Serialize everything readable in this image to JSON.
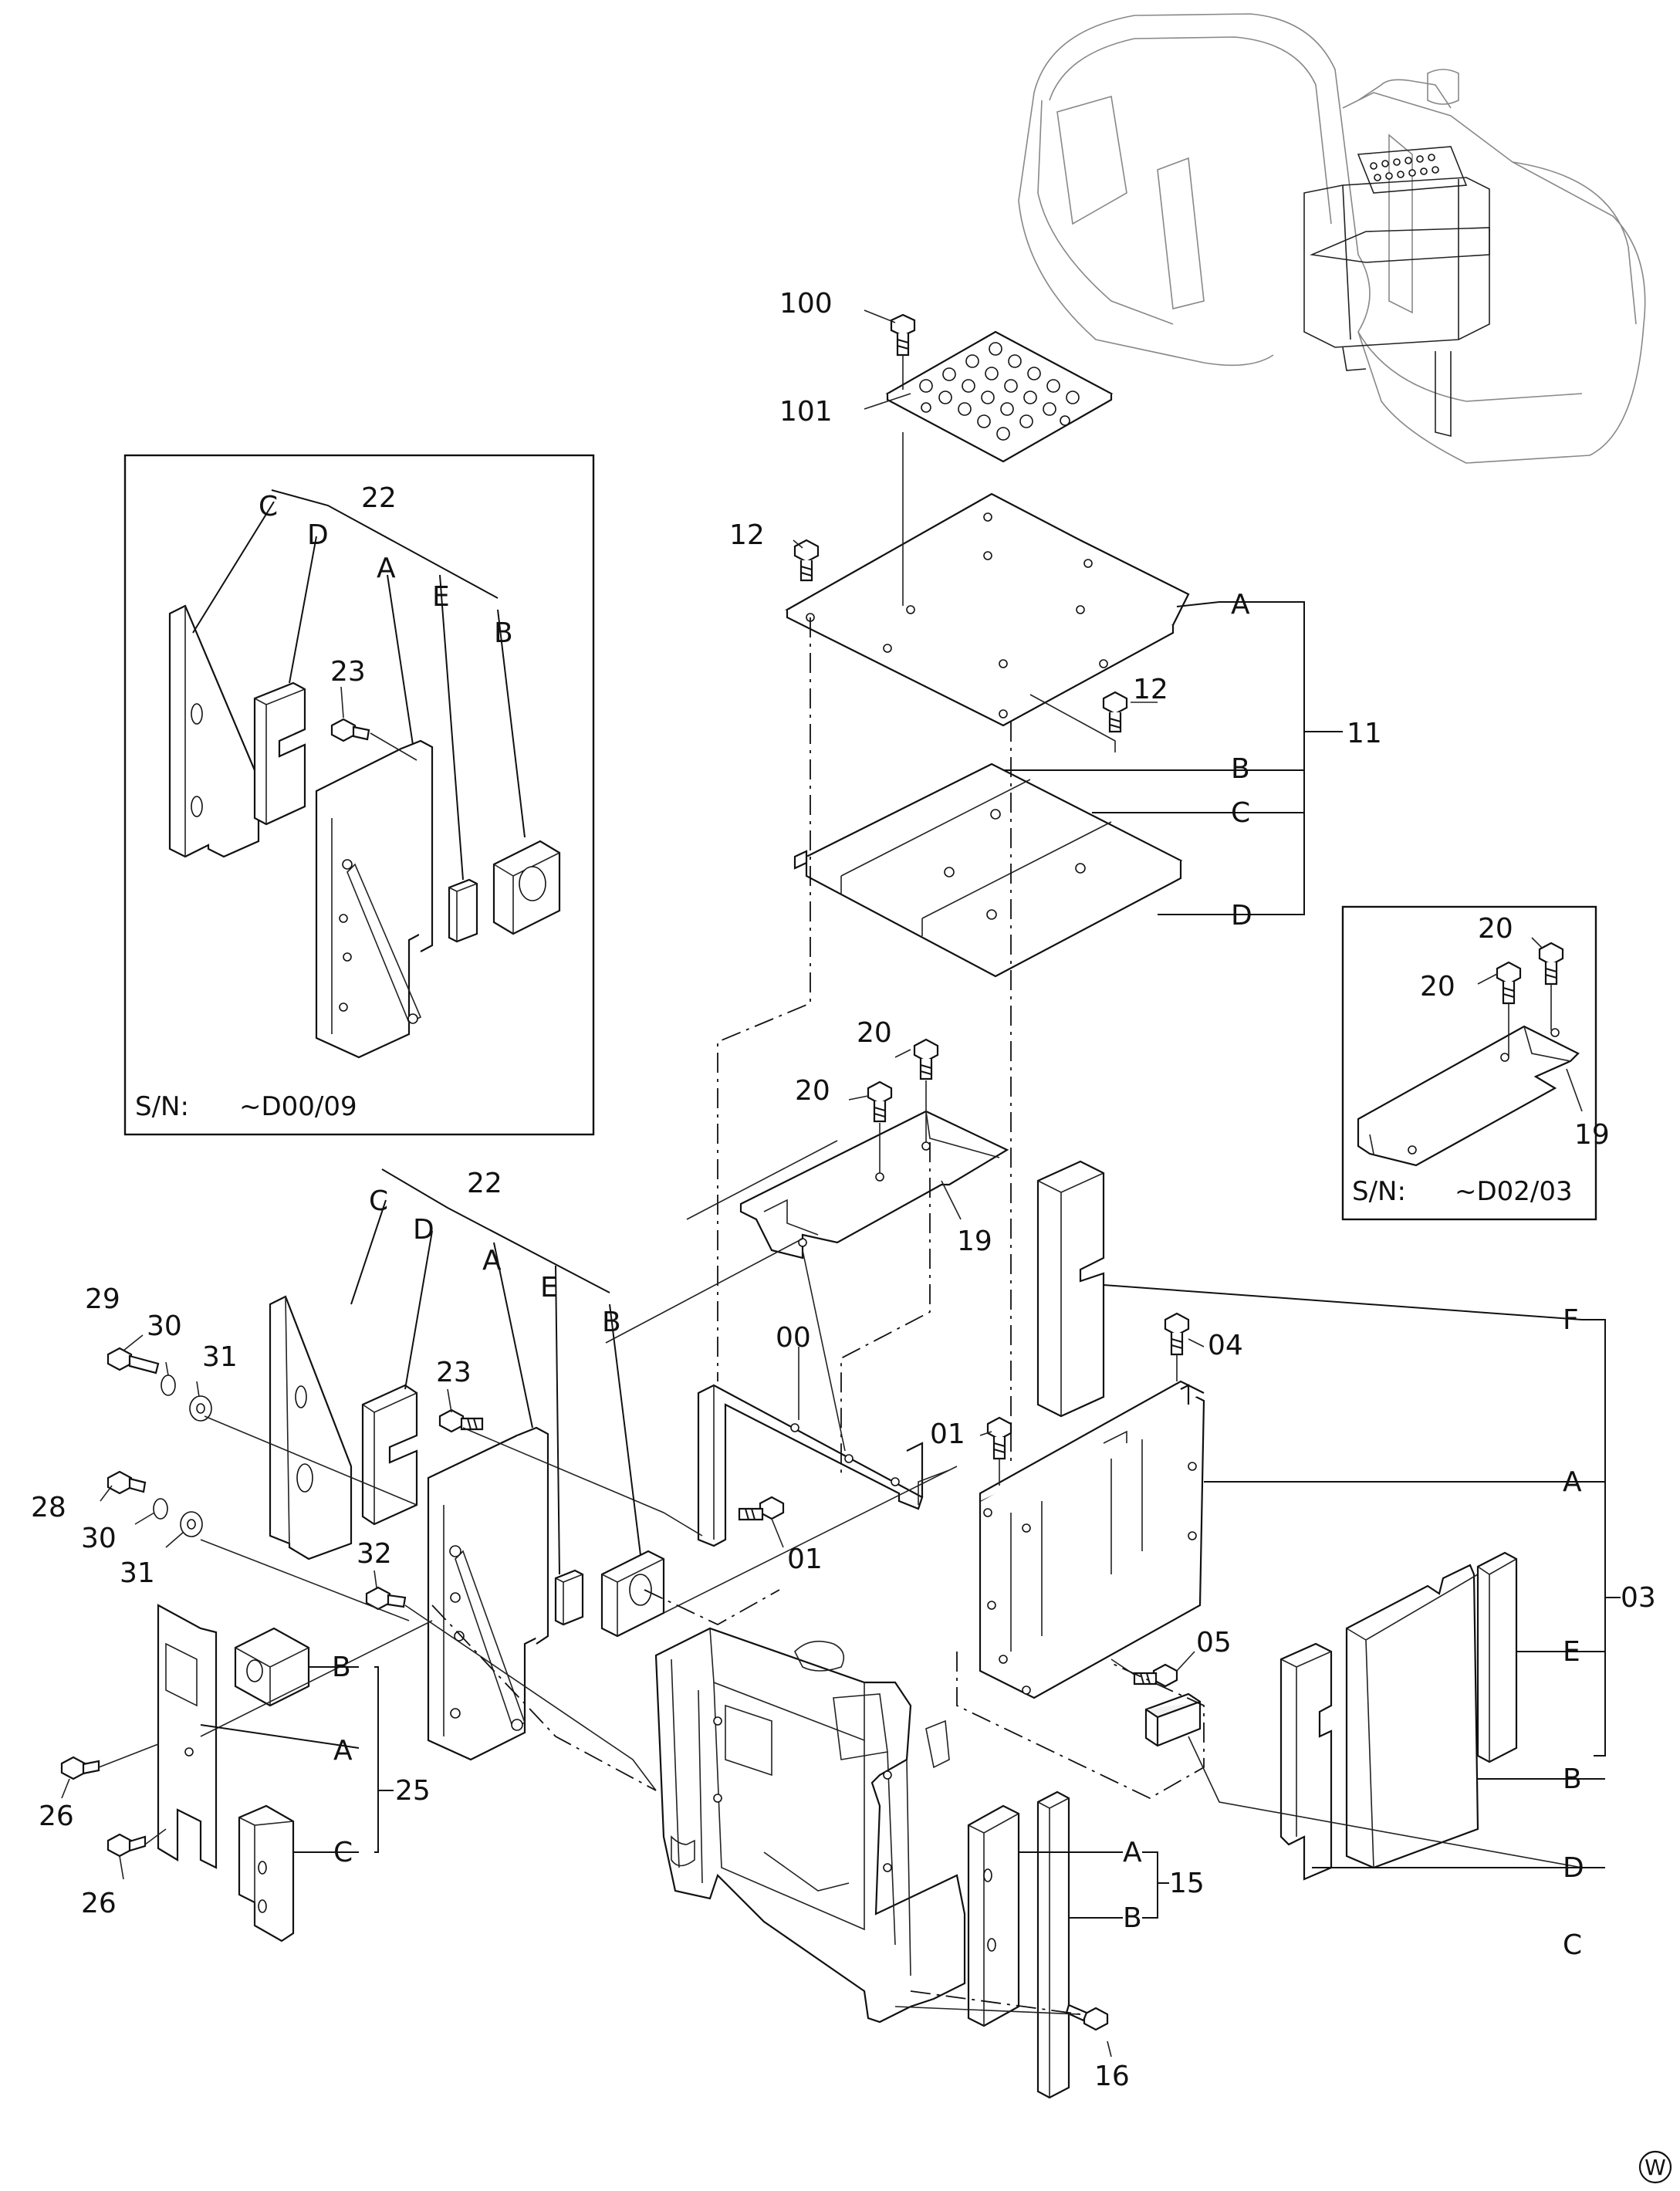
{
  "callouts": {
    "p100": "100",
    "p101": "101",
    "p12a": "12",
    "p12b": "12",
    "p11": "11",
    "p11A": "A",
    "p11B": "B",
    "p11C": "C",
    "p11D": "D",
    "p20a": "20",
    "p20b": "20",
    "p19": "19",
    "p22": "22",
    "p22A": "A",
    "p22B": "B",
    "p22C": "C",
    "p22D": "D",
    "p22E": "E",
    "p23": "23",
    "p00": "00",
    "p01a": "01",
    "p01b": "01",
    "p04": "04",
    "p05": "05",
    "p03": "03",
    "p03A": "A",
    "p03B": "B",
    "p03C": "C",
    "p03D": "D",
    "p03E": "E",
    "p03F": "F",
    "p29": "29",
    "p30a": "30",
    "p31a": "31",
    "p28": "28",
    "p30b": "30",
    "p31b": "31",
    "p32": "32",
    "p26a": "26",
    "p26b": "26",
    "p25": "25",
    "p25A": "A",
    "p25B": "B",
    "p25C": "C",
    "p15": "15",
    "p15A": "A",
    "p15B": "B",
    "p16": "16"
  },
  "inset_left": {
    "sn_label": "S/N:",
    "sn_value": "~D00/09",
    "callouts": {
      "p22": "22",
      "A": "A",
      "B": "B",
      "C": "C",
      "D": "D",
      "E": "E",
      "p23": "23"
    }
  },
  "inset_right": {
    "sn_label": "S/N:",
    "sn_value": "~D02/03",
    "callouts": {
      "p20a": "20",
      "p20b": "20",
      "p19": "19"
    }
  },
  "corner_mark": "W"
}
